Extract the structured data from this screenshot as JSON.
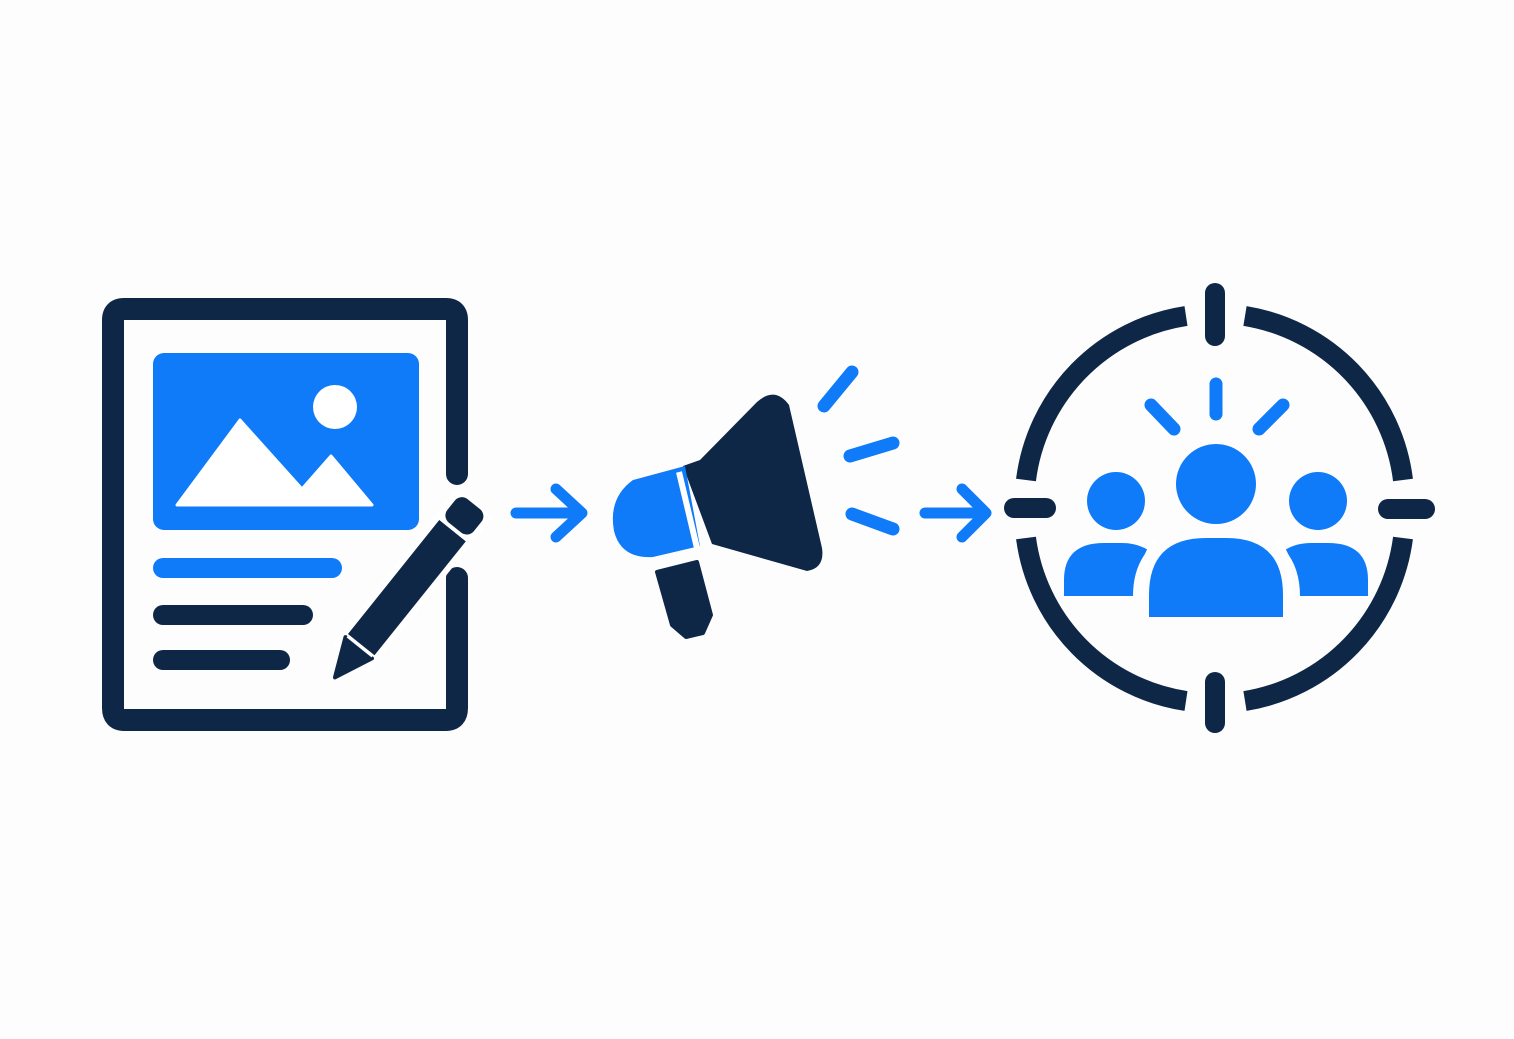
{
  "diagram": {
    "type": "flow",
    "steps": [
      {
        "id": "create-content",
        "icon": "document-edit-icon"
      },
      {
        "id": "promote",
        "icon": "megaphone-icon"
      },
      {
        "id": "target-audience",
        "icon": "target-audience-icon"
      }
    ],
    "connectors": [
      {
        "from": "create-content",
        "to": "promote",
        "icon": "arrow-right-icon"
      },
      {
        "from": "promote",
        "to": "target-audience",
        "icon": "arrow-right-icon"
      }
    ]
  },
  "colors": {
    "dark": "#0f2747",
    "accent": "#0f7bf9",
    "background": "#fdfdfd",
    "white": "#ffffff"
  }
}
